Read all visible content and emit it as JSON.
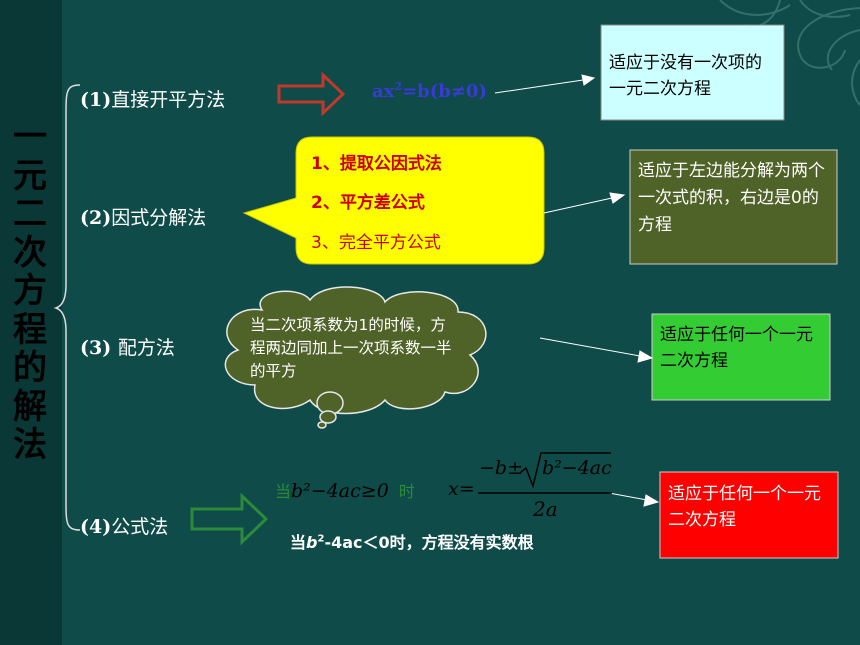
{
  "title_chars": [
    "一",
    "元",
    "二",
    "次",
    "方",
    "程",
    "的",
    "解",
    "法"
  ],
  "methods": [
    {
      "num": "(1)",
      "label": "直接开平方法"
    },
    {
      "num": "(2)",
      "label": "因式分解法"
    },
    {
      "num": "(3) ",
      "label": "配方法"
    },
    {
      "num": "(4)",
      "label": "公式法"
    }
  ],
  "formula1": {
    "base": "ax",
    "exp": "2",
    "rest": "=b(b≠0)"
  },
  "callout_items": [
    "1、提取公因式法",
    "2、平方差公式",
    "3、完全平方公式"
  ],
  "cloud_text": "当二次项系数为1的时候，方程两边同加上一次项系数一半的平方",
  "formula4": {
    "dang": "当",
    "cond": "b²−4ac≥0",
    "shi": "时",
    "lhs": "x=",
    "numer_left": "−b±",
    "radicand": "b²−4ac",
    "denom": "2a"
  },
  "note4": {
    "pre": "当",
    "b": "b",
    "exp": "2",
    "post": "-4ac＜0时，方程没有实数根"
  },
  "results": [
    "适应于没有一次项的一元二次方程",
    "适应于左边能分解为两个一次式的积，右边是0的方程",
    "适应于任何一个一元二次方程",
    "适应于任何一个一元二次方程"
  ],
  "colors": {
    "background": "#0e4b49",
    "result1": "#ccffff",
    "result2": "#4f6228",
    "result3": "#33cc33",
    "result4": "#ff0000",
    "callout": "#ffff00",
    "cloud": "#4f6228",
    "arrow_outline": "#c0392b",
    "arrow4_outline": "#2c8a3a"
  }
}
